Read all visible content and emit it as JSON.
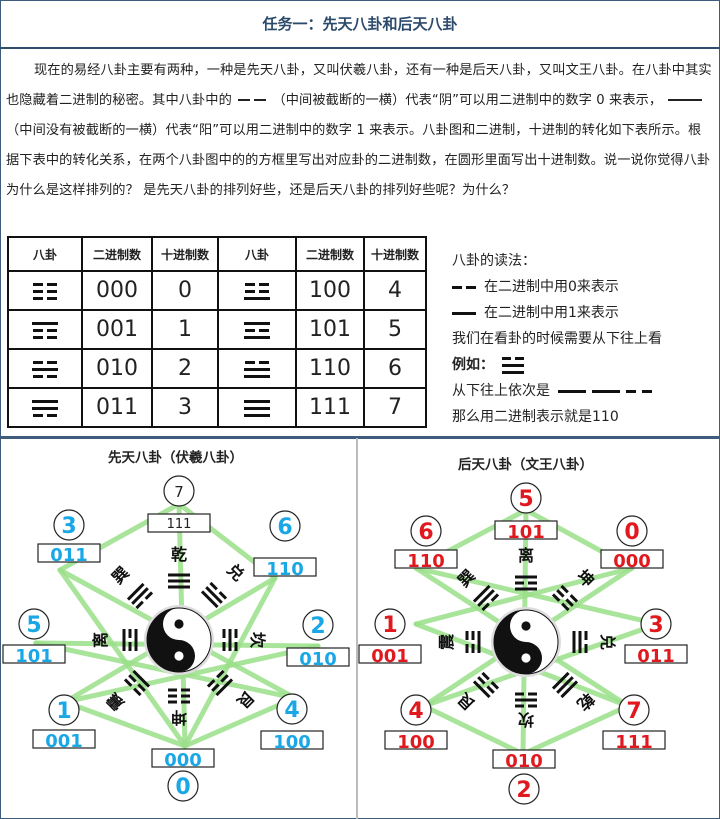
{
  "title": "任务一：先天八卦和后天八卦",
  "intro": {
    "p1": "现在的易经八卦主要有两种，一种是先天八卦，又叫伏羲八卦，还有一种是后天八卦，又叫文王八卦。在八卦中其实也隐藏着二进制的秘密。其中八卦中的",
    "p2": "（中间被截断的一横）代表“阴”可以用二进制中的数字 0 来表示，",
    "p3": "（中间没有被截断的一横）代表“阳”可以用二进制中的数字 1 来表示。八卦图和二进制，十进制的转化如下表所示。根据下表中的转化关系，在两个八卦图中的的方框里写出对应卦的二进制数，在圆形里面写出十进制数。说一说你觉得八卦为什么是这样排列的？ 是先天八卦的排列好些，还是后天八卦的排列好些呢？为什么？"
  },
  "table": {
    "headers": [
      "八卦",
      "二进制数",
      "十进制数",
      "八卦",
      "二进制数",
      "十进制数"
    ],
    "rows": [
      {
        "l_bin": "000",
        "l_dec": "0",
        "r_bin": "100",
        "r_dec": "4"
      },
      {
        "l_bin": "001",
        "l_dec": "1",
        "r_bin": "101",
        "r_dec": "5"
      },
      {
        "l_bin": "010",
        "l_dec": "2",
        "r_bin": "110",
        "r_dec": "6"
      },
      {
        "l_bin": "011",
        "l_dec": "3",
        "r_bin": "111",
        "r_dec": "7"
      }
    ]
  },
  "reading": {
    "heading": "八卦的读法：",
    "yin": "在二进制中用0来表示",
    "yang": "在二进制中用1来表示",
    "order": "我们在看卦的时候需要从下往上看",
    "example": "例如：",
    "sequence": "从下往上依次是",
    "result": "那么用二进制表示就是110"
  },
  "xiantian": {
    "title": "先天八卦（伏羲八卦）",
    "printed_dec": "7",
    "printed_bin": "111",
    "names": [
      "乾",
      "兑",
      "离",
      "震",
      "坤",
      "艮",
      "坎",
      "巽"
    ],
    "answers": [
      {
        "dec": "3",
        "bin": "011"
      },
      {
        "dec": "6",
        "bin": "110"
      },
      {
        "dec": "5",
        "bin": "101"
      },
      {
        "dec": "2",
        "bin": "010"
      },
      {
        "dec": "1",
        "bin": "001"
      },
      {
        "dec": "4",
        "bin": "100"
      },
      {
        "dec": "0",
        "bin": "000"
      }
    ]
  },
  "houtian": {
    "title": "后天八卦（文王八卦）",
    "names": [
      "离",
      "坤",
      "兑",
      "乾",
      "坎",
      "艮",
      "震",
      "巽"
    ],
    "answers": [
      {
        "dec": "5",
        "bin": "101"
      },
      {
        "dec": "6",
        "bin": "110"
      },
      {
        "dec": "0",
        "bin": "000"
      },
      {
        "dec": "1",
        "bin": "001"
      },
      {
        "dec": "3",
        "bin": "011"
      },
      {
        "dec": "4",
        "bin": "100"
      },
      {
        "dec": "7",
        "bin": "111"
      },
      {
        "dec": "2",
        "bin": "010"
      }
    ]
  },
  "colors": {
    "accent": "#2c4a6b",
    "blue_ink": "#1aa7e6",
    "red_ink": "#e0191f",
    "green_line": "#9be08a"
  }
}
